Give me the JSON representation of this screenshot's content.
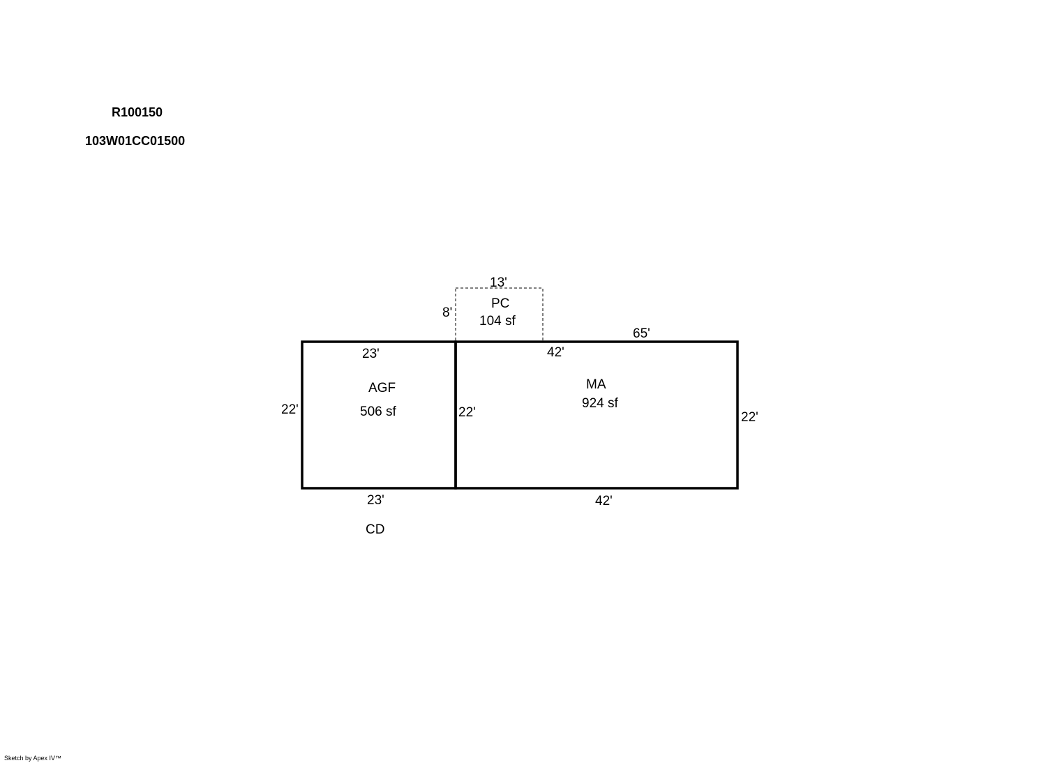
{
  "header": {
    "account_number": "R100150",
    "parcel_number": "103W01CC01500"
  },
  "sketch": {
    "areas": [
      {
        "code": "PC",
        "area": "104 sf",
        "style": "dashed"
      },
      {
        "code": "AGF",
        "area": "506 sf",
        "style": "solid"
      },
      {
        "code": "MA",
        "area": "924 sf",
        "style": "solid"
      }
    ],
    "dimensions": {
      "pc_top": "13'",
      "pc_left": "8'",
      "ma_top_total": "65'",
      "agf_top": "23'",
      "ma_top_inner": "42'",
      "agf_left": "22'",
      "divider": "22'",
      "ma_right": "22'",
      "agf_bottom": "23'",
      "ma_bottom": "42'"
    },
    "extra_labels": {
      "cd": "CD"
    }
  },
  "footer": {
    "credit": "Sketch by Apex IV™"
  }
}
